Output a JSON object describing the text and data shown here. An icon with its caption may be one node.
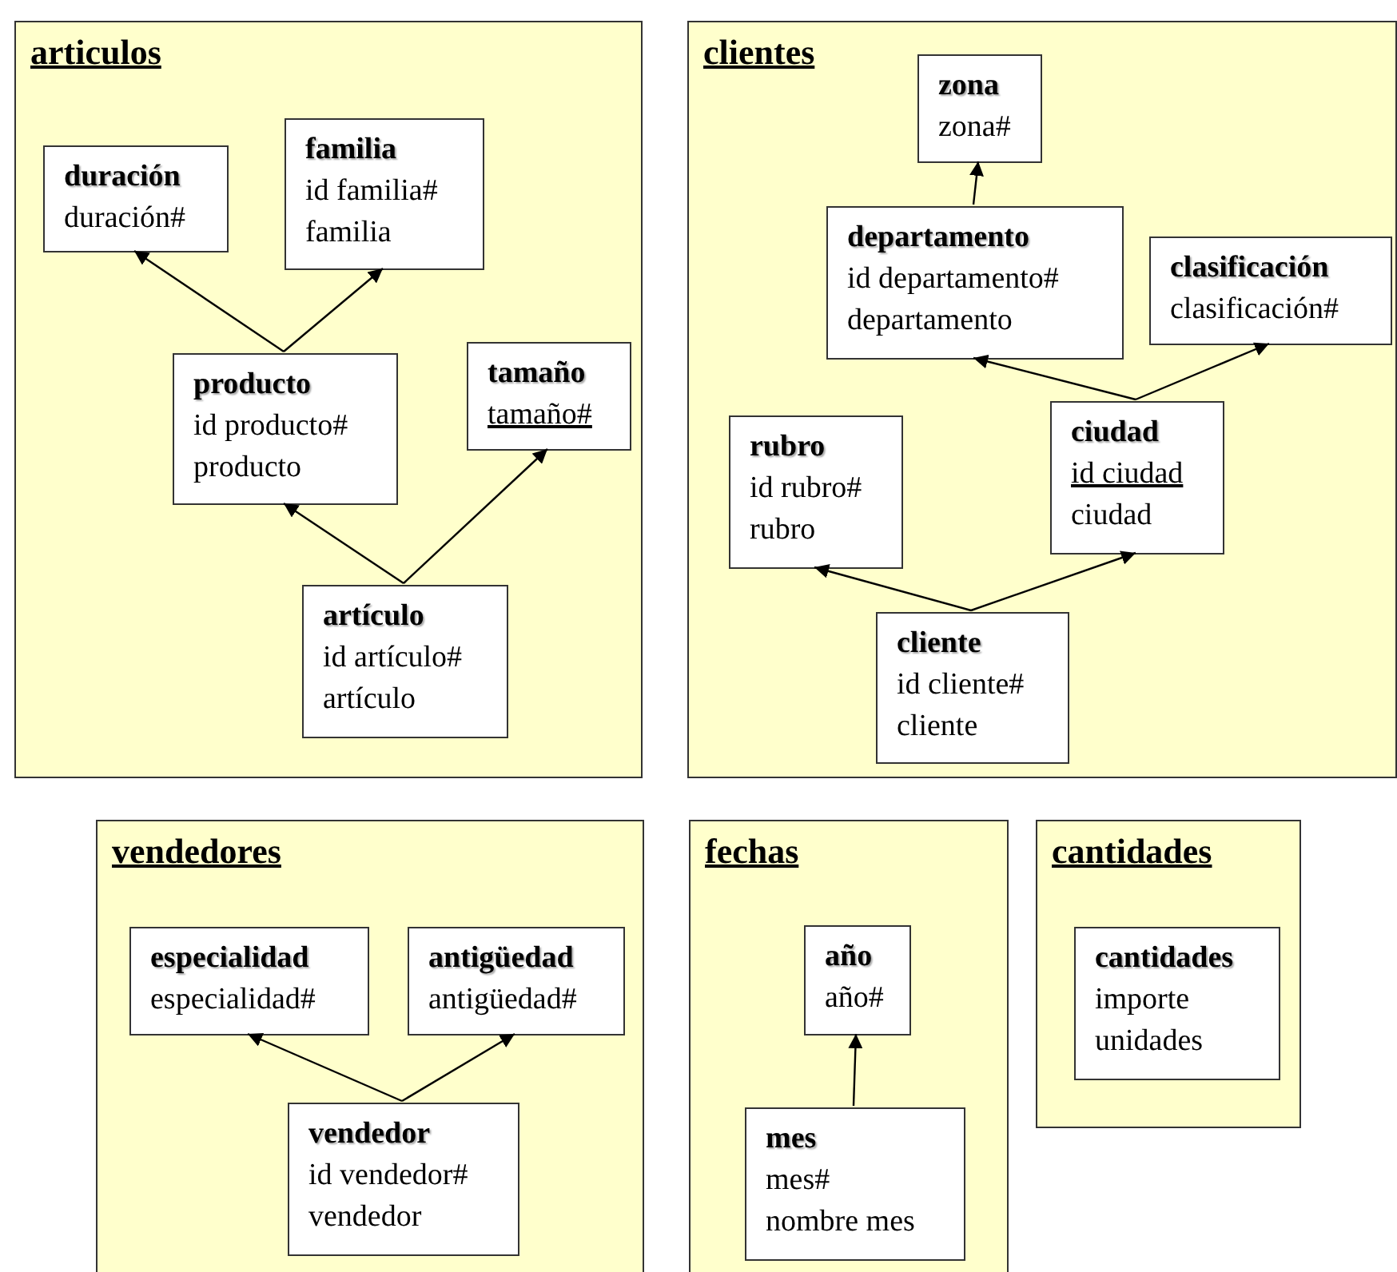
{
  "diagram": {
    "nodes": [
      {
        "text": [
          "articulos"
        ]
      },
      {
        "text": [
          "duración",
          "duración#"
        ],
        "in": 0
      },
      {
        "text": [
          "familia",
          "id familia#",
          "familia"
        ],
        "in": 0
      },
      {
        "text": [
          "producto",
          "id producto#",
          "producto"
        ],
        "in": 0
      },
      {
        "text": [
          "tamaño",
          "tamaño#"
        ],
        "in": 0
      },
      {
        "text": [
          "artículo",
          "id artículo#",
          "artículo"
        ],
        "in": 0
      },
      {
        "text": [
          "clientes"
        ]
      },
      {
        "text": [
          "zona",
          "zona#"
        ],
        "in": 6
      },
      {
        "text": [
          "departamento",
          "id departamento#",
          "departamento"
        ],
        "in": 6
      },
      {
        "text": [
          "clasificación",
          "clasificación#"
        ],
        "in": 6
      },
      {
        "text": [
          "rubro",
          "id rubro#",
          "rubro"
        ],
        "in": 6
      },
      {
        "text": [
          "ciudad",
          "id ciudad",
          "ciudad"
        ],
        "in": 6
      },
      {
        "text": [
          "cliente",
          "id cliente#",
          "cliente"
        ],
        "in": 6
      },
      {
        "text": [
          "vendedores"
        ]
      },
      {
        "text": [
          "especialidad",
          "especialidad#"
        ],
        "in": 13
      },
      {
        "text": [
          "antigüedad",
          "antigüedad#"
        ],
        "in": 13
      },
      {
        "text": [
          "vendedor",
          "id vendedor#",
          "vendedor"
        ],
        "in": 13
      },
      {
        "text": [
          "fechas"
        ]
      },
      {
        "text": [
          "año",
          "año#"
        ],
        "in": 17
      },
      {
        "text": [
          "mes",
          "mes#",
          "nombre mes"
        ],
        "in": 17
      },
      {
        "text": [
          "cantidades"
        ]
      },
      {
        "text": [
          "cantidades",
          "importe",
          "unidades"
        ],
        "in": 20
      }
    ],
    "edges": [
      {
        "from": 3,
        "to": 1,
        "arrow": "to"
      },
      {
        "from": 3,
        "to": 2,
        "arrow": "to"
      },
      {
        "from": 5,
        "to": 3,
        "arrow": "to"
      },
      {
        "from": 5,
        "to": 4,
        "arrow": "to"
      },
      {
        "from": 8,
        "to": 7,
        "arrow": "to"
      },
      {
        "from": 11,
        "to": 8,
        "arrow": "to"
      },
      {
        "from": 11,
        "to": 9,
        "arrow": "to"
      },
      {
        "from": 12,
        "to": 10,
        "arrow": "to"
      },
      {
        "from": 12,
        "to": 11,
        "arrow": "to"
      },
      {
        "from": 16,
        "to": 14,
        "arrow": "to"
      },
      {
        "from": 16,
        "to": 15,
        "arrow": "to"
      },
      {
        "from": 19,
        "to": 18,
        "arrow": "to"
      }
    ]
  }
}
